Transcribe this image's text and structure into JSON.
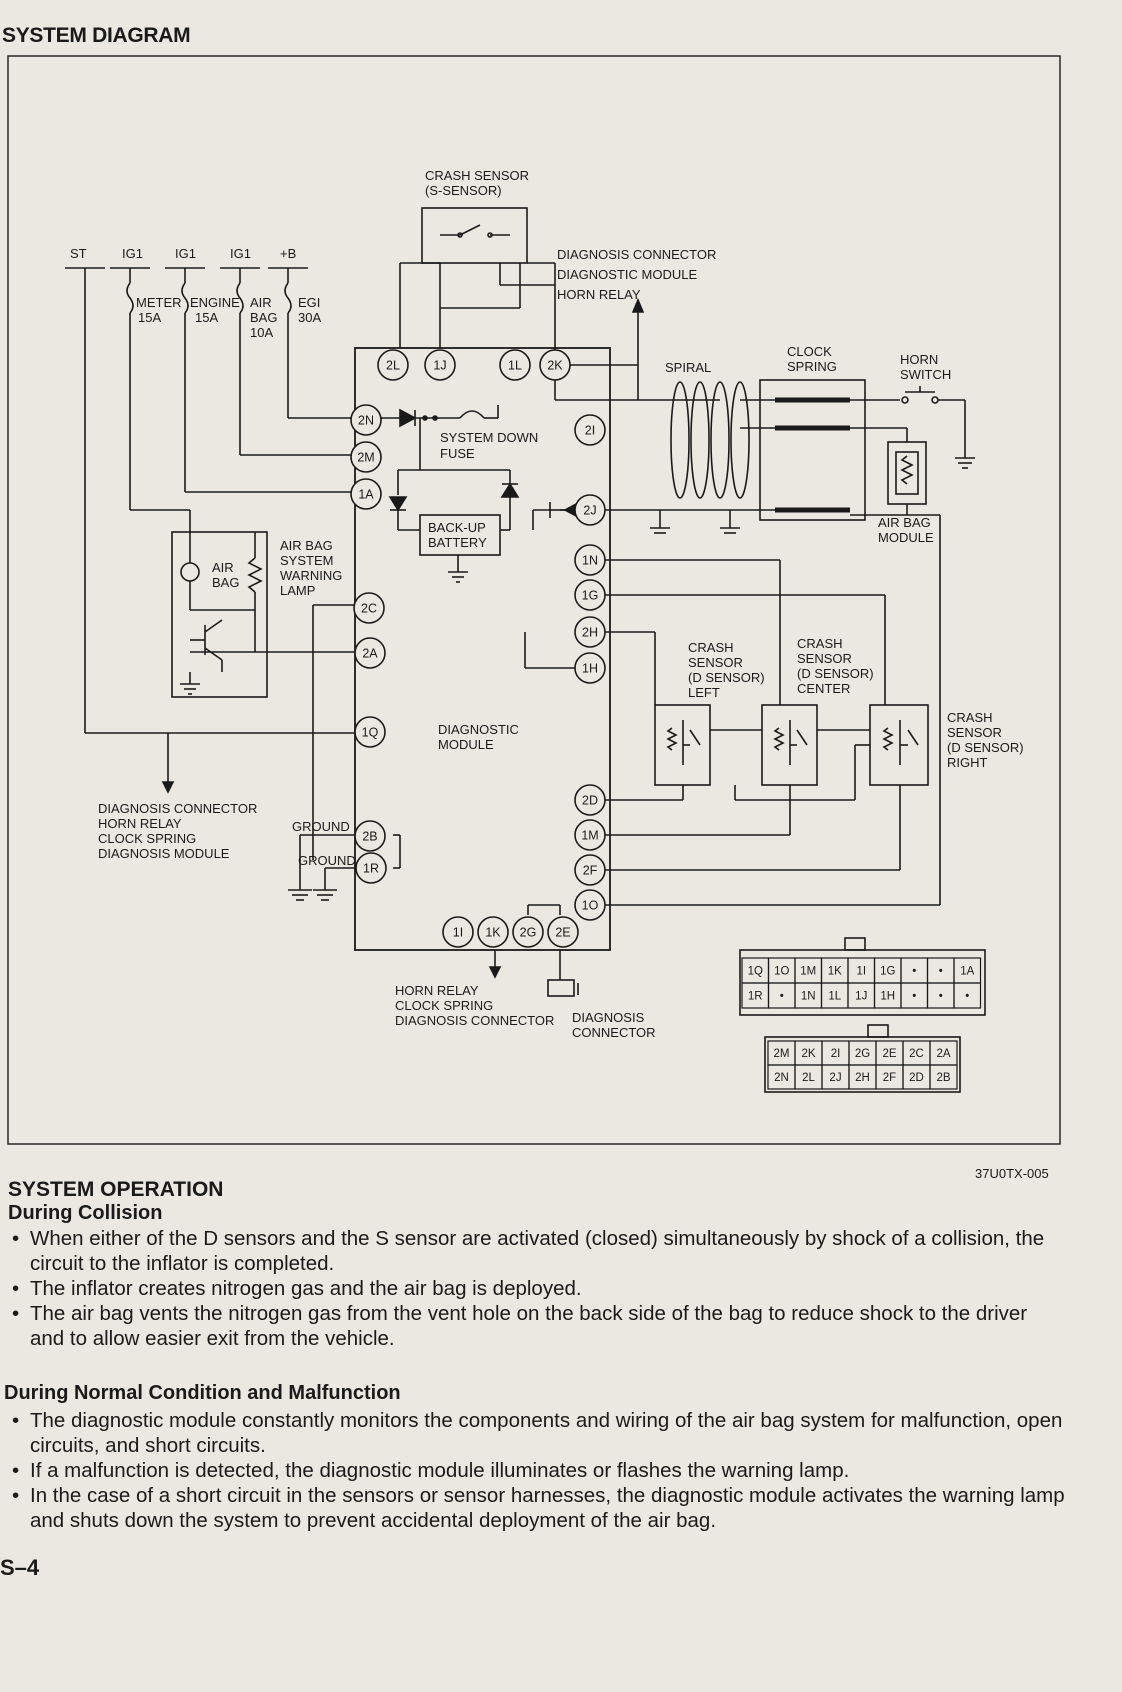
{
  "header": {
    "title": "SYSTEM DIAGRAM"
  },
  "diagram": {
    "terminals": [
      "ST",
      "IG1",
      "IG1",
      "IG1",
      "+B"
    ],
    "fuses": {
      "meter": [
        "METER",
        "15A"
      ],
      "engine": [
        "ENGINE",
        "15A"
      ],
      "airbag": [
        "AIR",
        "BAG",
        "10A"
      ],
      "egi": [
        "EGI",
        "30A"
      ]
    },
    "crash_sensor_s": [
      "CRASH SENSOR",
      "(S-SENSOR)"
    ],
    "top_callout": [
      "DIAGNOSIS CONNECTOR",
      "DIAGNOSTIC MODULE",
      "HORN RELAY"
    ],
    "spiral": "SPIRAL",
    "clock_spring": [
      "CLOCK",
      "SPRING"
    ],
    "horn_switch": [
      "HORN",
      "SWITCH"
    ],
    "airbag_module": [
      "AIR BAG",
      "MODULE"
    ],
    "system_down_fuse": [
      "SYSTEM DOWN",
      "FUSE"
    ],
    "backup_battery": [
      "BACK-UP",
      "BATTERY"
    ],
    "warning_lamp": [
      "AIR BAG",
      "SYSTEM",
      "WARNING",
      "LAMP"
    ],
    "air_bag_lamp_text": [
      "AIR",
      "BAG"
    ],
    "diagnostic_module": [
      "DIAGNOSTIC",
      "MODULE"
    ],
    "crash_left": [
      "CRASH",
      "SENSOR",
      "(D SENSOR)",
      "LEFT"
    ],
    "crash_center": [
      "CRASH",
      "SENSOR",
      "(D SENSOR)",
      "CENTER"
    ],
    "crash_right": [
      "CRASH",
      "SENSOR",
      "(D SENSOR)",
      "RIGHT"
    ],
    "left_callout": [
      "DIAGNOSIS CONNECTOR",
      "HORN RELAY",
      "CLOCK SPRING",
      "DIAGNOSIS MODULE"
    ],
    "ground_labels": [
      "GROUND",
      "GROUND"
    ],
    "bottom_callout": [
      "HORN RELAY",
      "CLOCK SPRING",
      "DIAGNOSIS CONNECTOR"
    ],
    "diag_connector": [
      "DIAGNOSIS",
      "CONNECTOR"
    ],
    "pins": {
      "top": [
        "2L",
        "1J",
        "1L",
        "2K"
      ],
      "left": [
        "2N",
        "2M",
        "1A",
        "2C",
        "2A",
        "1Q",
        "2B",
        "1R"
      ],
      "right": [
        "2I",
        "2J",
        "1N",
        "1G",
        "2H",
        "1H",
        "2D",
        "1M",
        "2F",
        "1O"
      ],
      "bottom": [
        "1I",
        "1K",
        "2G",
        "2E"
      ]
    },
    "connector1": {
      "row1": [
        "1Q",
        "1O",
        "1M",
        "1K",
        "1I",
        "1G",
        "•",
        "•",
        "1A"
      ],
      "row2": [
        "1R",
        "•",
        "1N",
        "1L",
        "1J",
        "1H",
        "•",
        "•",
        "•"
      ]
    },
    "connector2": {
      "row1": [
        "2M",
        "2K",
        "2I",
        "2G",
        "2E",
        "2C",
        "2A"
      ],
      "row2": [
        "2N",
        "2L",
        "2J",
        "2H",
        "2F",
        "2D",
        "2B"
      ]
    }
  },
  "figure_code": "37U0TX-005",
  "operation": {
    "title": "SYSTEM OPERATION",
    "collision_title": "During Collision",
    "collision_items": [
      "When either of the D sensors and the S sensor are activated (closed) simultaneously by shock of a collision, the circuit to the inflator is completed.",
      "The inflator creates nitrogen gas and the air bag is deployed.",
      "The air bag vents the nitrogen gas from the vent hole on the back side of the bag to reduce shock to the driver and to allow easier exit from the vehicle."
    ],
    "normal_title": "During Normal Condition and Malfunction",
    "normal_items": [
      "The diagnostic module constantly monitors the components and wiring of the air bag system for malfunction, open circuits, and short circuits.",
      "If a malfunction is detected, the diagnostic module illuminates or flashes the warning lamp.",
      "In the case of a short circuit in the sensors or sensor harnesses, the diagnostic module activates the warning lamp and shuts down the system to prevent accidental deployment of the air bag."
    ]
  },
  "page_number": "S–4"
}
